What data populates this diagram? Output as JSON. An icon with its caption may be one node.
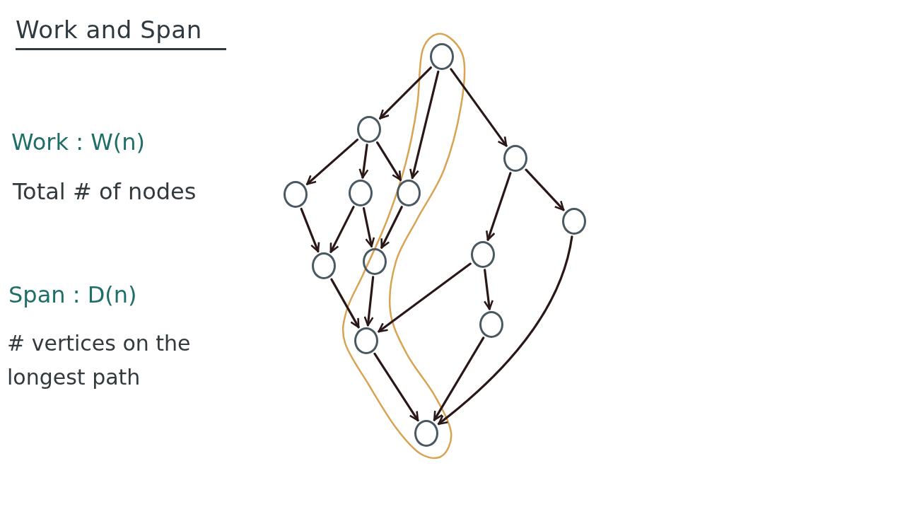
{
  "diagram": {
    "title": "Work and Span",
    "nodes": [
      {
        "text": [],
        "shape": "circle"
      },
      {
        "text": [],
        "shape": "circle"
      },
      {
        "text": [],
        "shape": "circle"
      },
      {
        "text": [],
        "shape": "circle"
      },
      {
        "text": [],
        "shape": "circle"
      },
      {
        "text": [],
        "shape": "circle"
      },
      {
        "text": [],
        "shape": "circle"
      },
      {
        "text": [],
        "shape": "circle"
      },
      {
        "text": [],
        "shape": "circle"
      },
      {
        "text": [],
        "shape": "circle"
      },
      {
        "text": [],
        "shape": "circle"
      },
      {
        "text": [],
        "shape": "circle"
      },
      {
        "text": [],
        "shape": "circle"
      }
    ],
    "edges": [
      {
        "from": 0,
        "to": 1,
        "arrow": "to"
      },
      {
        "from": 0,
        "to": 5,
        "arrow": "to"
      },
      {
        "from": 0,
        "to": 2,
        "arrow": "to"
      },
      {
        "from": 1,
        "to": 3,
        "arrow": "to"
      },
      {
        "from": 1,
        "to": 4,
        "arrow": "to"
      },
      {
        "from": 1,
        "to": 5,
        "arrow": "to"
      },
      {
        "from": 2,
        "to": 9,
        "arrow": "to"
      },
      {
        "from": 2,
        "to": 6,
        "arrow": "to"
      },
      {
        "from": 3,
        "to": 7,
        "arrow": "to"
      },
      {
        "from": 4,
        "to": 7,
        "arrow": "to"
      },
      {
        "from": 4,
        "to": 8,
        "arrow": "to"
      },
      {
        "from": 5,
        "to": 8,
        "arrow": "to"
      },
      {
        "from": 7,
        "to": 10,
        "arrow": "to"
      },
      {
        "from": 8,
        "to": 10,
        "arrow": "to"
      },
      {
        "from": 9,
        "to": 10,
        "arrow": "to"
      },
      {
        "from": 9,
        "to": 11,
        "arrow": "to"
      },
      {
        "from": 10,
        "to": 12,
        "arrow": "to"
      },
      {
        "from": 11,
        "to": 12,
        "arrow": "to"
      },
      {
        "from": 6,
        "to": 12,
        "arrow": "to"
      }
    ],
    "labels": [
      "Work : W(n)",
      "Total # of nodes",
      "Span : D(n)",
      "# vertices on the longest path"
    ]
  }
}
